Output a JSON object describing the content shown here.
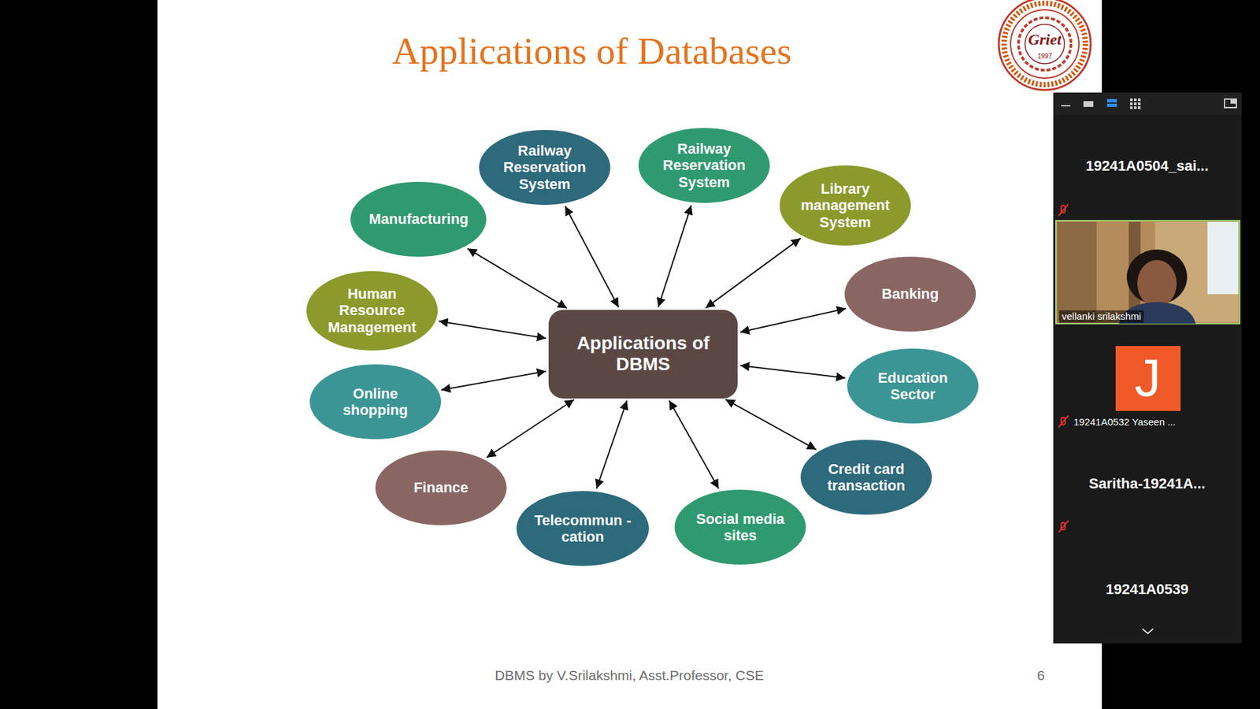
{
  "diagram": {
    "title": "Applications of Databases",
    "nodes": [
      {
        "text": [
          "Applications of DBMS"
        ]
      },
      {
        "text": [
          "Railway Reservation System"
        ]
      },
      {
        "text": [
          "Railway Reservation System"
        ]
      },
      {
        "text": [
          "Library management System"
        ]
      },
      {
        "text": [
          "Banking"
        ]
      },
      {
        "text": [
          "Education Sector"
        ]
      },
      {
        "text": [
          "Credit card transaction"
        ]
      },
      {
        "text": [
          "Social media sites"
        ]
      },
      {
        "text": [
          "Telecommun -cation"
        ]
      },
      {
        "text": [
          "Finance"
        ]
      },
      {
        "text": [
          "Online shopping"
        ]
      },
      {
        "text": [
          "Human Resource Management"
        ]
      },
      {
        "text": [
          "Manufacturing"
        ]
      }
    ],
    "edges": [
      {
        "from": 0,
        "to": 1,
        "arrow": "both"
      },
      {
        "from": 0,
        "to": 2,
        "arrow": "both"
      },
      {
        "from": 0,
        "to": 3,
        "arrow": "both"
      },
      {
        "from": 0,
        "to": 4,
        "arrow": "both"
      },
      {
        "from": 0,
        "to": 5,
        "arrow": "both"
      },
      {
        "from": 0,
        "to": 6,
        "arrow": "both"
      },
      {
        "from": 0,
        "to": 7,
        "arrow": "both"
      },
      {
        "from": 0,
        "to": 8,
        "arrow": "both"
      },
      {
        "from": 0,
        "to": 9,
        "arrow": "both"
      },
      {
        "from": 0,
        "to": 10,
        "arrow": "both"
      },
      {
        "from": 0,
        "to": 11,
        "arrow": "both"
      },
      {
        "from": 0,
        "to": 12,
        "arrow": "both"
      }
    ],
    "labels": [
      "Griet",
      "1997",
      "19241A0504_sai...",
      "vellanki srilakshmi",
      "J",
      "19241A0532 Yaseen ...",
      "Saritha-19241A...",
      "19241A0539",
      "DBMS by V.Srilakshmi, Asst.Professor, CSE",
      "6"
    ]
  }
}
